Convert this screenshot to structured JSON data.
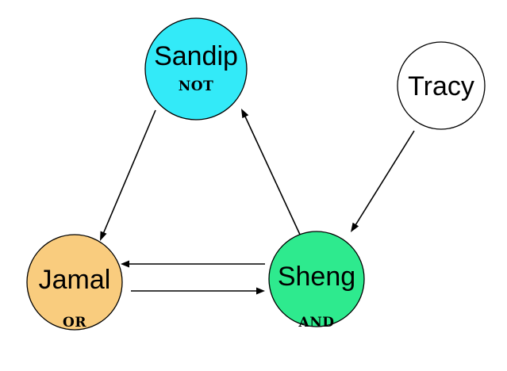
{
  "nodes": {
    "sandip": {
      "name": "Sandip",
      "gate": "NOT",
      "color": "#33EAF8"
    },
    "tracy": {
      "name": "Tracy",
      "gate": "",
      "color": "#FFFFFF"
    },
    "jamal": {
      "name": "Jamal",
      "gate": "OR",
      "color": "#F9CC7E"
    },
    "sheng": {
      "name": "Sheng",
      "gate": "AND",
      "color": "#2EEA8E"
    }
  },
  "edges": [
    {
      "from": "Sandip",
      "to": "Jamal"
    },
    {
      "from": "Sheng",
      "to": "Sandip"
    },
    {
      "from": "Tracy",
      "to": "Sheng"
    },
    {
      "from": "Sheng",
      "to": "Jamal"
    },
    {
      "from": "Jamal",
      "to": "Sheng"
    }
  ]
}
